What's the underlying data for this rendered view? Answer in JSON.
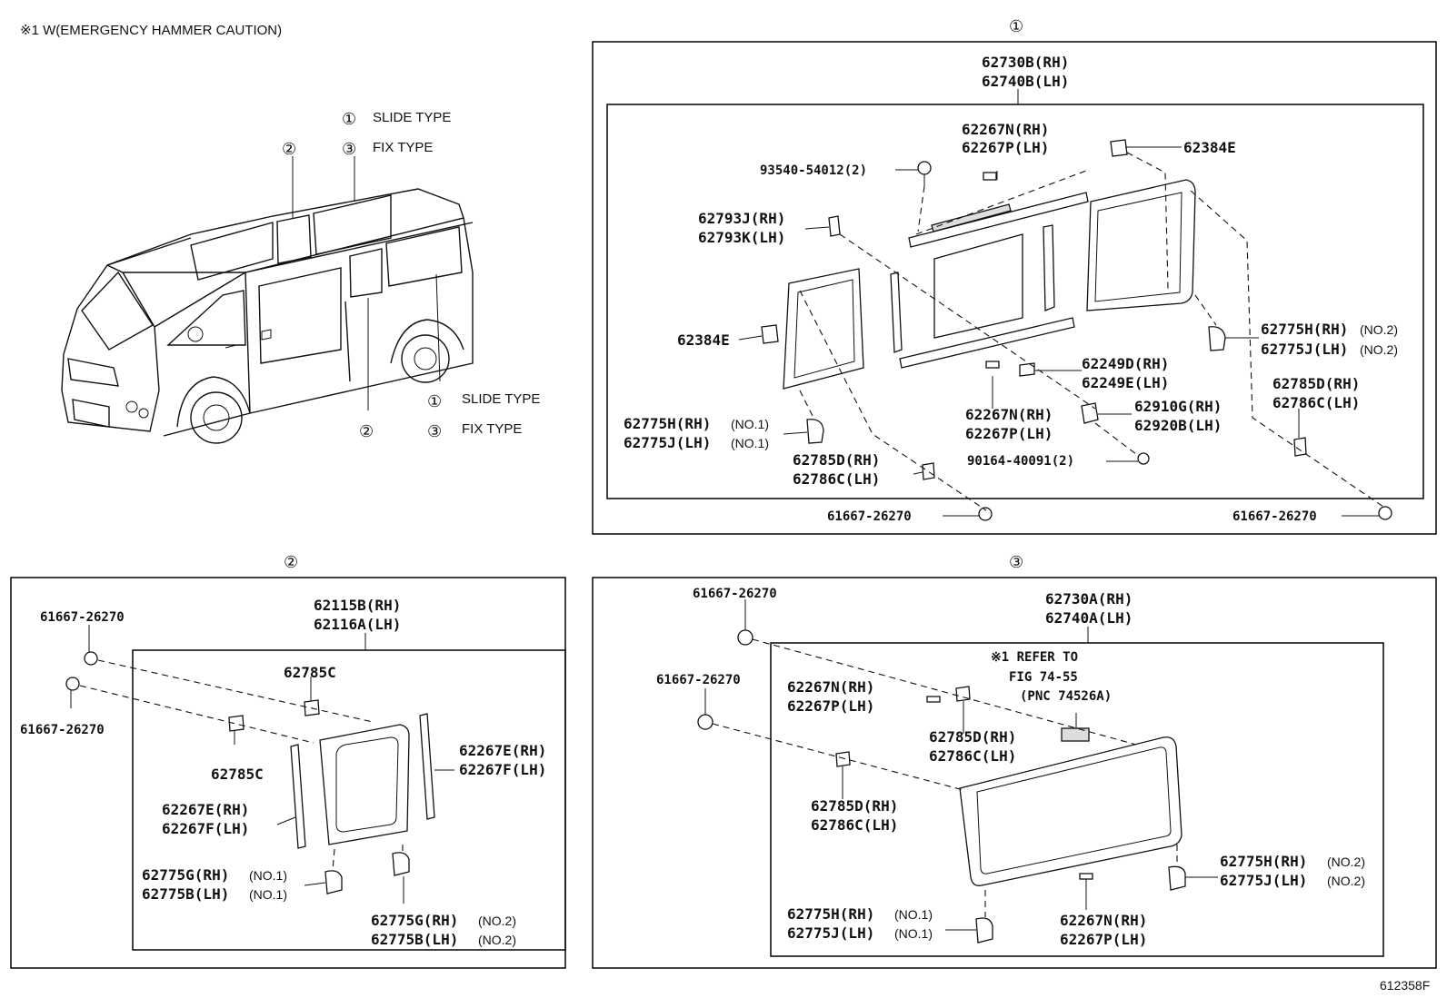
{
  "header": {
    "caution_note": "※1 W(EMERGENCY HAMMER CAUTION)",
    "drawing_id": "612358F"
  },
  "overview": {
    "mark_1": "①",
    "mark_2": "②",
    "mark_3": "③",
    "slide_type": "SLIDE TYPE",
    "fix_type": "FIX TYPE"
  },
  "section1": {
    "mark": "①",
    "assy_rh": "62730B(RH)",
    "assy_lh": "62740B(LH)",
    "p_62267n_rh": "62267N(RH)",
    "p_62267p_lh": "62267P(LH)",
    "p_62384e_a": "62384E",
    "p_93540": "93540-54012(2)",
    "p_62793j_rh": "62793J(RH)",
    "p_62793k_lh": "62793K(LH)",
    "p_62384e_b": "62384E",
    "p_62775h_rh_no2": "62775H(RH)",
    "p_62775j_lh_no2": "62775J(LH)",
    "no2": "(NO.2)",
    "p_62249d_rh": "62249D(RH)",
    "p_62249e_lh": "62249E(LH)",
    "p_62785d_rh_r": "62785D(RH)",
    "p_62786c_lh_r": "62786C(LH)",
    "p_62267n_rh_b": "62267N(RH)",
    "p_62267p_lh_b": "62267P(LH)",
    "p_62910g_rh": "62910G(RH)",
    "p_62920b_lh": "62920B(LH)",
    "p_62775h_rh_no1": "62775H(RH)",
    "p_62775j_lh_no1": "62775J(LH)",
    "no1": "(NO.1)",
    "p_62785d_rh_l": "62785D(RH)",
    "p_62786c_lh_l": "62786C(LH)",
    "p_90164": "90164-40091(2)",
    "p_61667_a": "61667-26270",
    "p_61667_b": "61667-26270"
  },
  "section2": {
    "mark": "②",
    "assy_rh": "62115B(RH)",
    "assy_lh": "62116A(LH)",
    "p_61667_a": "61667-26270",
    "p_61667_b": "61667-26270",
    "p_62785c_a": "62785C",
    "p_62785c_b": "62785C",
    "p_62267e_rh_r": "62267E(RH)",
    "p_62267f_lh_r": "62267F(LH)",
    "p_62267e_rh_l": "62267E(RH)",
    "p_62267f_lh_l": "62267F(LH)",
    "p_62775g_rh_no1": "62775G(RH)",
    "p_62775b_lh_no1": "62775B(LH)",
    "no1": "(NO.1)",
    "p_62775g_rh_no2": "62775G(RH)",
    "p_62775b_lh_no2": "62775B(LH)",
    "no2": "(NO.2)"
  },
  "section3": {
    "mark": "③",
    "assy_rh": "62730A(RH)",
    "assy_lh": "62740A(LH)",
    "p_61667_a": "61667-26270",
    "p_61667_b": "61667-26270",
    "refer_1": "※1 REFER TO",
    "refer_2": "FIG 74-55",
    "refer_3": "(PNC 74526A)",
    "p_62267n_rh_a": "62267N(RH)",
    "p_62267p_lh_a": "62267P(LH)",
    "p_62785d_rh_a": "62785D(RH)",
    "p_62786c_lh_a": "62786C(LH)",
    "p_62785d_rh_b": "62785D(RH)",
    "p_62786c_lh_b": "62786C(LH)",
    "p_62775h_rh_no2": "62775H(RH)",
    "p_62775j_lh_no2": "62775J(LH)",
    "no2": "(NO.2)",
    "p_62775h_rh_no1": "62775H(RH)",
    "p_62775j_lh_no1": "62775J(LH)",
    "no1": "(NO.1)",
    "p_62267n_rh_b": "62267N(RH)",
    "p_62267p_lh_b": "62267P(LH)"
  }
}
